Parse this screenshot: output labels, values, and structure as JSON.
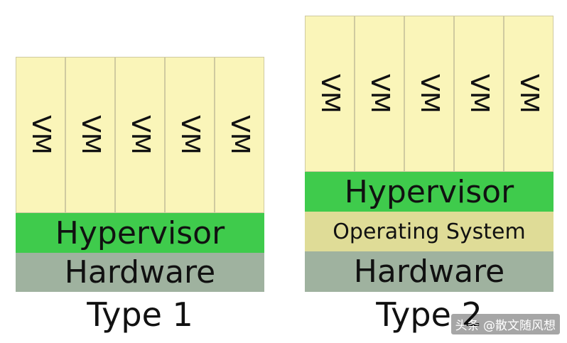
{
  "type1": {
    "vms": [
      "VM",
      "VM",
      "VM",
      "VM",
      "VM"
    ],
    "hypervisor": "Hypervisor",
    "hardware": "Hardware",
    "caption": "Type 1"
  },
  "type2": {
    "vms": [
      "VM",
      "VM",
      "VM",
      "VM",
      "VM"
    ],
    "hypervisor": "Hypervisor",
    "os": "Operating System",
    "hardware": "Hardware",
    "caption": "Type 2"
  },
  "watermark": "头条 @散文随风想",
  "colors": {
    "vm": "#faf5b9",
    "hypervisor": "#3fcb4c",
    "os": "#dfdc97",
    "hardware": "#9fb29f"
  }
}
